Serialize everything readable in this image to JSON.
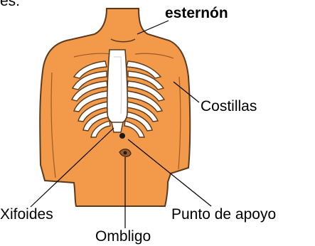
{
  "diagram": {
    "intro_text": "es:",
    "labels": {
      "esternon": "esternón",
      "costillas": "Costillas",
      "xifoides": "Xifoides",
      "punto_apoyo": "Punto de apoyo",
      "ombligo": "Ombligo"
    },
    "colors": {
      "skin": "#F29A4A",
      "skin_outline": "#5A3A1E",
      "bone": "#FFFFFF",
      "bone_shadow": "#DADADA",
      "leader_line": "#000000"
    }
  }
}
